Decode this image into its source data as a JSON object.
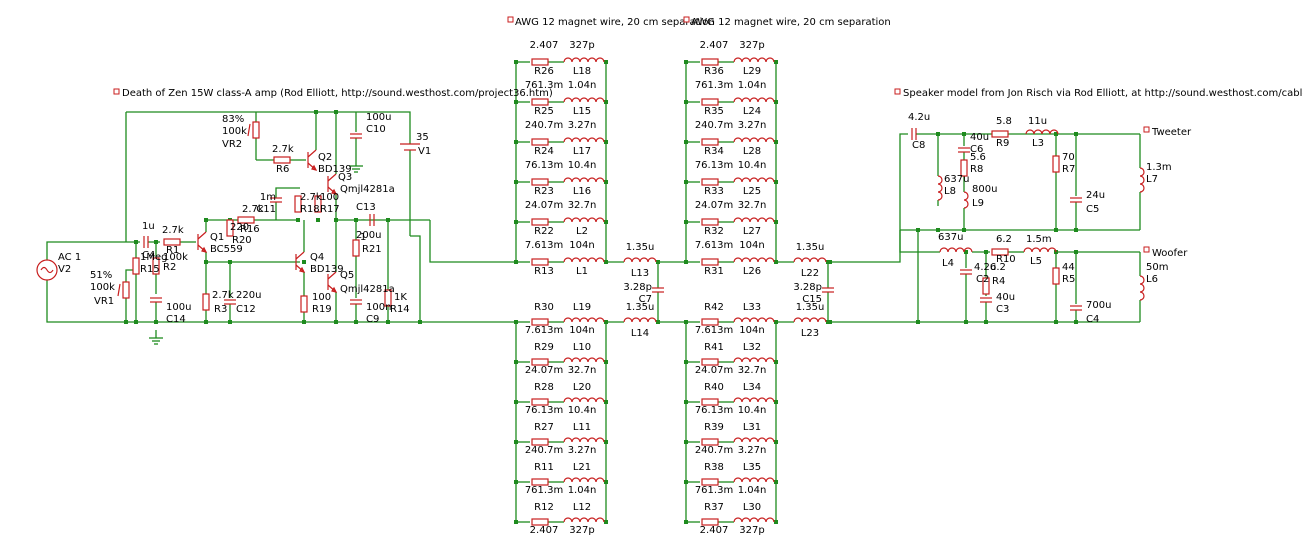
{
  "notes": {
    "amp": "Death of Zen 15W class-A amp (Rod Elliott, http://sound.westhost.com/project36.htm)",
    "wire1": "AWG 12 magnet wire, 20 cm separation",
    "wire2": "AWG 12 magnet wire, 20 cm separation",
    "speaker": "Speaker model from Jon Risch via Rod Elliott, at http://sound.westhost.com/cable-z.htm",
    "tweeter": "Tweeter",
    "woofer": "Woofer"
  },
  "amp": {
    "V2": [
      "AC 1",
      "V2"
    ],
    "VR1": [
      "51%",
      "100k",
      "VR1"
    ],
    "VR2": [
      "83%",
      "100k",
      "VR2"
    ],
    "C4": [
      "1u",
      "C4"
    ],
    "R1": [
      "2.7k",
      "R1"
    ],
    "R15": [
      "R15",
      "1Meg"
    ],
    "R2": [
      "100k",
      "R2"
    ],
    "C14": [
      "100u",
      "C14"
    ],
    "Q1": [
      "Q1",
      "BC559"
    ],
    "R20": [
      "220",
      "R20"
    ],
    "R16": [
      "2.7k",
      "R16"
    ],
    "R6": [
      "2.7k",
      "R6"
    ],
    "Q2": [
      "Q2",
      "BD139"
    ],
    "Q3": [
      "Q3",
      "Qmjl4281a"
    ],
    "C11": [
      "1m",
      "C11"
    ],
    "R18": [
      "2.7k",
      "R18"
    ],
    "R17": [
      "100",
      "R17"
    ],
    "C10": [
      "100u",
      "C10"
    ],
    "V1": [
      "35",
      "V1"
    ],
    "C13": [
      "C13",
      "200u"
    ],
    "R21": [
      "1",
      "R21"
    ],
    "R3": [
      "2.7k",
      "R3"
    ],
    "C12": [
      "220u",
      "C12"
    ],
    "Q4": [
      "Q4",
      "BD139"
    ],
    "Q5": [
      "Q5",
      "Qmjl4281a"
    ],
    "R19": [
      "100",
      "R19"
    ],
    "C9": [
      "100n",
      "C9"
    ],
    "R14": [
      "1K",
      "R14"
    ]
  },
  "cable1": {
    "top": [
      [
        "2.407",
        "R26",
        "327p",
        "L18"
      ],
      [
        "761.3m",
        "R25",
        "1.04n",
        "L15"
      ],
      [
        "240.7m",
        "R24",
        "3.27n",
        "L17"
      ],
      [
        "76.13m",
        "R23",
        "10.4n",
        "L16"
      ],
      [
        "24.07m",
        "R22",
        "32.7n",
        "L2"
      ],
      [
        "7.613m",
        "R13",
        "104n",
        "L1"
      ]
    ],
    "bottom": [
      [
        "R30",
        "7.613m",
        "L19",
        "104n"
      ],
      [
        "R29",
        "24.07m",
        "L10",
        "32.7n"
      ],
      [
        "R28",
        "76.13m",
        "L20",
        "10.4n"
      ],
      [
        "R27",
        "240.7m",
        "L11",
        "3.27n"
      ],
      [
        "R11",
        "761.3m",
        "L21",
        "1.04n"
      ],
      [
        "R12",
        "2.407",
        "L12",
        "327p"
      ]
    ],
    "L13": [
      "1.35u",
      "L13"
    ],
    "L14": [
      "1.35u",
      "L14"
    ],
    "C7": [
      "3.28p",
      "C7"
    ]
  },
  "cable2": {
    "top": [
      [
        "2.407",
        "R36",
        "327p",
        "L29"
      ],
      [
        "761.3m",
        "R35",
        "1.04n",
        "L24"
      ],
      [
        "240.7m",
        "R34",
        "3.27n",
        "L28"
      ],
      [
        "76.13m",
        "R33",
        "10.4n",
        "L25"
      ],
      [
        "24.07m",
        "R32",
        "32.7n",
        "L27"
      ],
      [
        "7.613m",
        "R31",
        "104n",
        "L26"
      ]
    ],
    "bottom": [
      [
        "R42",
        "7.613m",
        "L33",
        "104n"
      ],
      [
        "R41",
        "24.07m",
        "L32",
        "32.7n"
      ],
      [
        "R40",
        "76.13m",
        "L34",
        "10.4n"
      ],
      [
        "R39",
        "240.7m",
        "L31",
        "3.27n"
      ],
      [
        "R38",
        "761.3m",
        "L35",
        "1.04n"
      ],
      [
        "R37",
        "2.407",
        "L30",
        "327p"
      ]
    ],
    "L22": [
      "1.35u",
      "L22"
    ],
    "L23": [
      "1.35u",
      "L23"
    ],
    "C15": [
      "3.28p",
      "C15"
    ]
  },
  "speaker": {
    "C8": [
      "4.2u",
      "C8"
    ],
    "C6": [
      "40u",
      "C6"
    ],
    "R8": [
      "5.6",
      "R8"
    ],
    "L8": [
      "637u",
      "L8"
    ],
    "L9": [
      "800u",
      "L9"
    ],
    "R9": [
      "5.8",
      "R9"
    ],
    "L3": [
      "11u",
      "L3"
    ],
    "R7": [
      "70",
      "R7"
    ],
    "C5": [
      "24u",
      "C5"
    ],
    "L7": [
      "1.3m",
      "L7"
    ],
    "L4": [
      "637u",
      "L4"
    ],
    "R10": [
      "6.2",
      "R10"
    ],
    "L5": [
      "1.5m",
      "L5"
    ],
    "C2": [
      "4.2u",
      "C2"
    ],
    "R4": [
      "6.2",
      "R4"
    ],
    "C3": [
      "40u",
      "C3"
    ],
    "R5": [
      "44",
      "R5"
    ],
    "C4b": [
      "700u",
      "C4"
    ],
    "L6": [
      "50m",
      "L6"
    ]
  }
}
